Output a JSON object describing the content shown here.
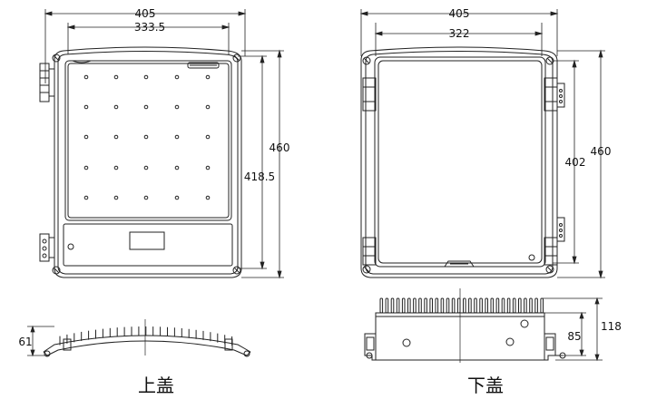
{
  "colors": {
    "line": "#222222",
    "background": "#ffffff"
  },
  "top_cover_front": {
    "width_dim": "405",
    "inner_width_dim": "333.5",
    "height_dim": "460",
    "inner_height_dim": "418.5"
  },
  "bottom_cover_front": {
    "width_dim": "405",
    "inner_width_dim": "322",
    "height_dim": "460",
    "inner_height_dim": "402"
  },
  "top_cover_side": {
    "height_dim": "61"
  },
  "bottom_cover_side": {
    "height_dim": "118",
    "inner_height_dim": "85"
  },
  "captions": {
    "top_cover": "上盖",
    "bottom_cover": "下盖"
  }
}
